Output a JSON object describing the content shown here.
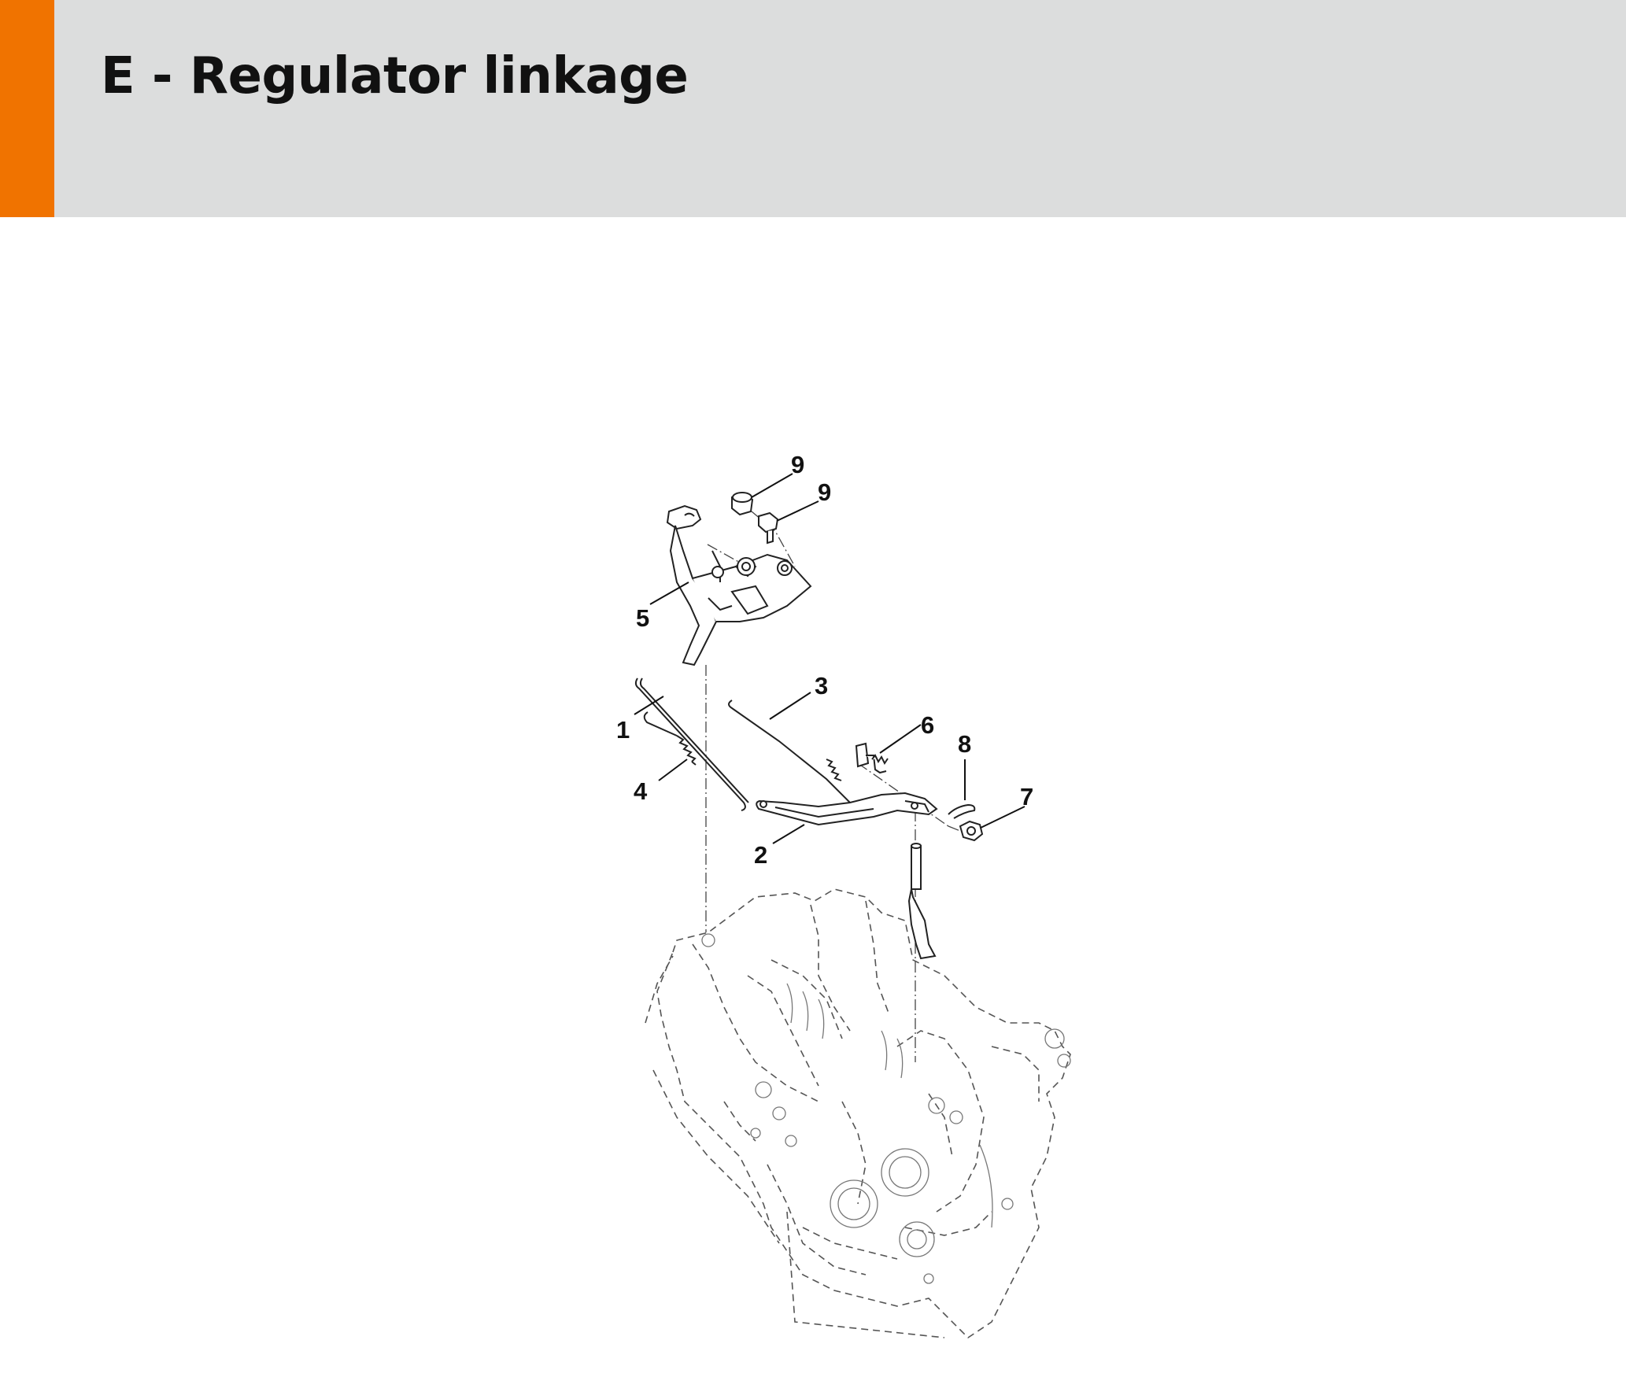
{
  "header": {
    "title": "E - Regulator linkage",
    "accent_color": "#f07300",
    "background_color": "#dcdddd"
  },
  "diagram": {
    "callouts": [
      {
        "label": "9",
        "part": "bolt-upper"
      },
      {
        "label": "9",
        "part": "bolt-lower"
      },
      {
        "label": "5",
        "part": "control-bracket"
      },
      {
        "label": "3",
        "part": "governor-spring-rod"
      },
      {
        "label": "1",
        "part": "regulator-rod"
      },
      {
        "label": "6",
        "part": "clamp-bolt"
      },
      {
        "label": "8",
        "part": "retaining-clip"
      },
      {
        "label": "4",
        "part": "tension-spring"
      },
      {
        "label": "7",
        "part": "hex-nut"
      },
      {
        "label": "2",
        "part": "governor-lever"
      }
    ]
  }
}
